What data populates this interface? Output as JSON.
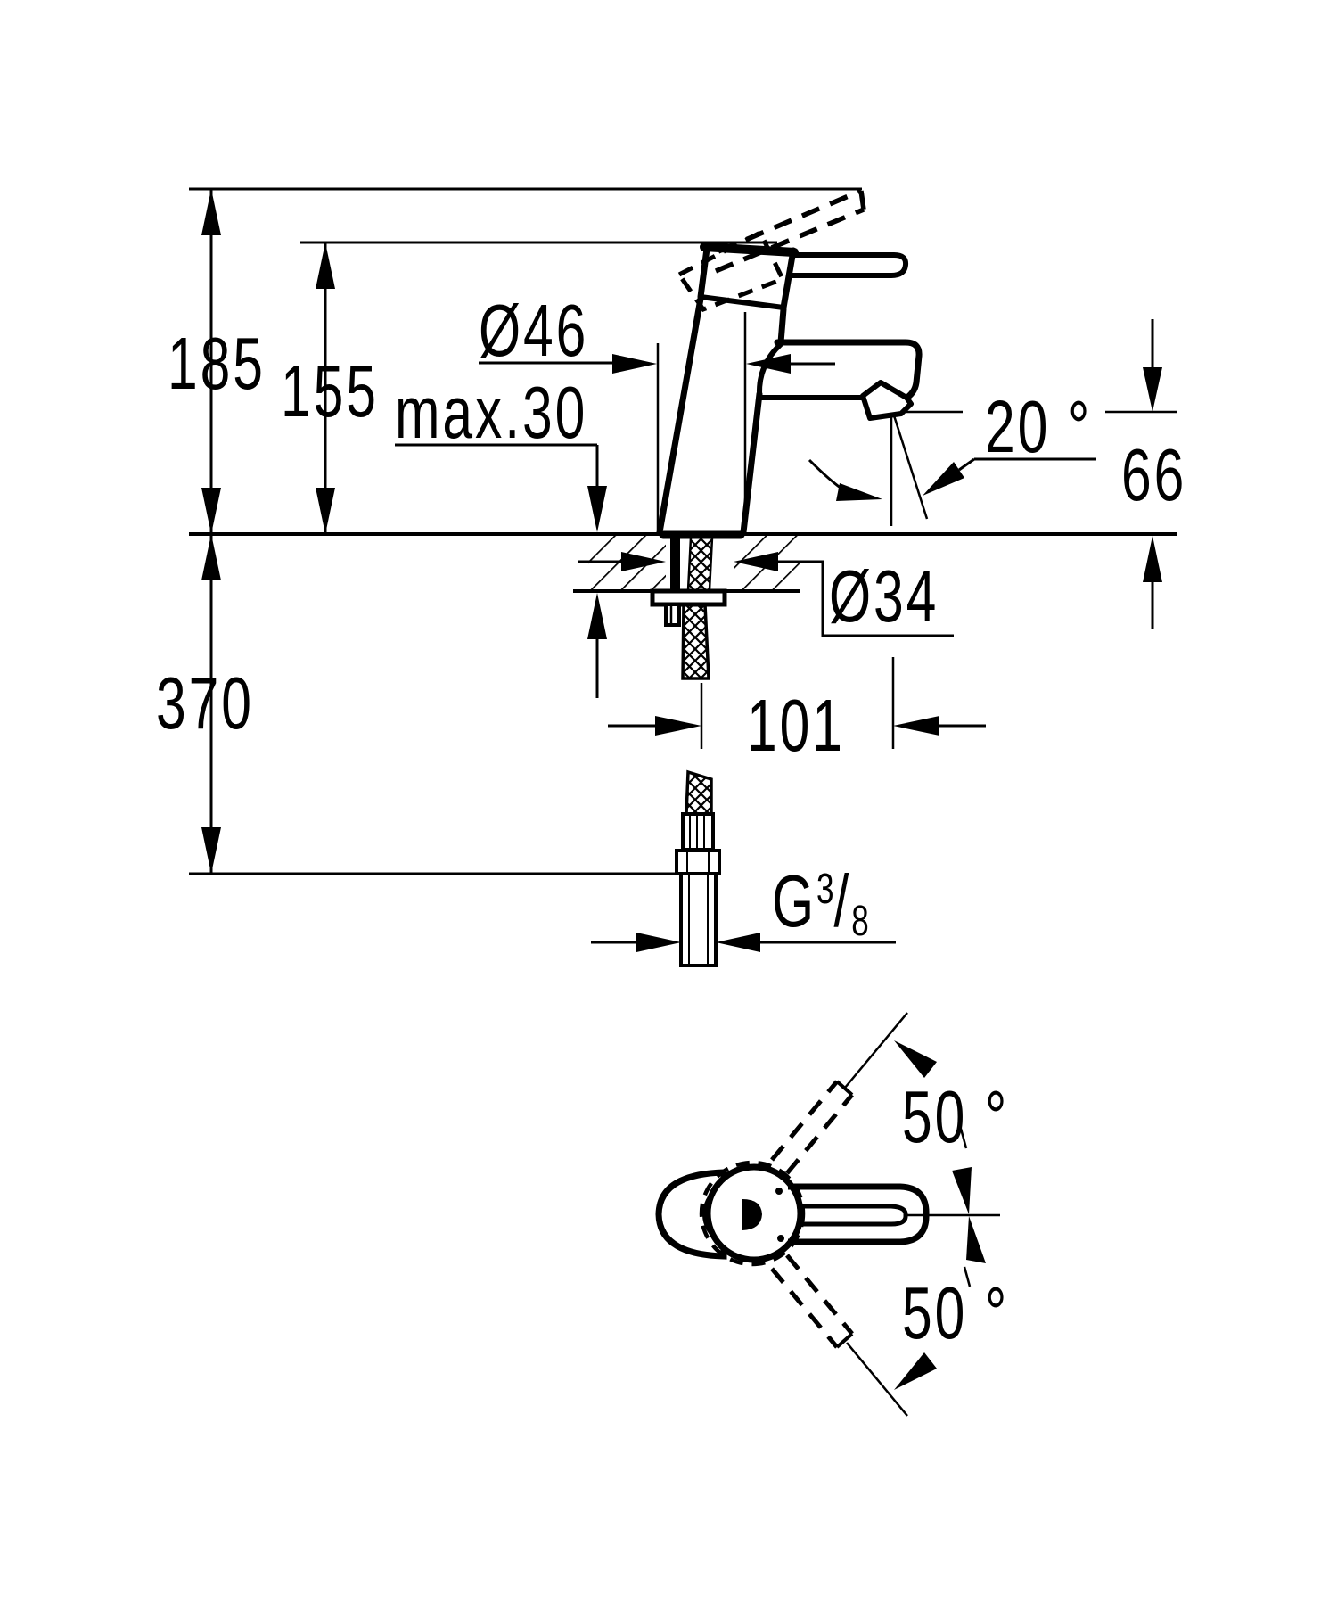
{
  "page": {
    "paper_color": "#ffffff",
    "ink_color": "#000000",
    "content": "faucet technical dimension drawing, side elevation with mounting detail and plan view of handle swivel"
  },
  "dimensions": {
    "overall_height": "185",
    "body_height": "155",
    "below_deck_length": "370",
    "body_diameter": "Ø46",
    "deck_thickness": "max.30",
    "aerator_angle": "20 °",
    "outlet_height": "66",
    "hole_diameter": "Ø34",
    "spout_projection": "101",
    "swivel_angle_upper": "50 °",
    "swivel_angle_lower": "50 °"
  },
  "thread": {
    "prefix": "G",
    "numerator": "3",
    "slash": "/",
    "denominator": "8"
  }
}
